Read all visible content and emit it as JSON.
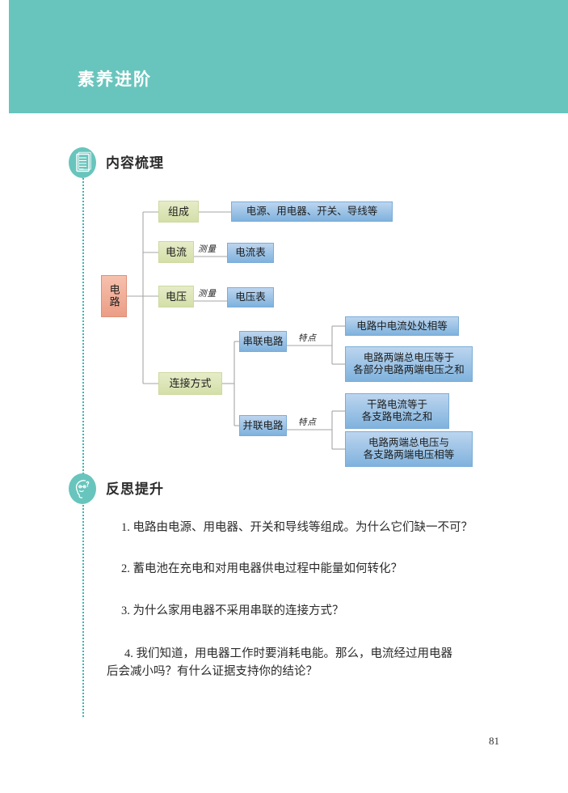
{
  "header": {
    "title": "素养进阶",
    "bar_color": "#68c5bd"
  },
  "sections": [
    {
      "id": "content-outline",
      "label": "内容梳理",
      "icon": "document-list-icon"
    },
    {
      "id": "reflection",
      "label": "反思提升",
      "icon": "thinking-head-icon"
    }
  ],
  "mindmap": {
    "root": {
      "label": "电路",
      "color": "#efa68f"
    },
    "branches": [
      {
        "label": "组成",
        "color": "#dde5b8"
      },
      {
        "label": "电流",
        "color": "#dde5b8"
      },
      {
        "label": "电压",
        "color": "#dde5b8"
      },
      {
        "label": "连接方式",
        "color": "#dde5b8"
      }
    ],
    "edge_labels": {
      "measure": "测量",
      "feature": "特点"
    },
    "leaves": {
      "composition": "电源、用电器、开关、导线等",
      "ammeter": "电流表",
      "voltmeter": "电压表",
      "series_label": "串联电路",
      "parallel_label": "并联电路",
      "series_f1": "电路中电流处处相等",
      "series_f2_line1": "电路两端总电压等于",
      "series_f2_line2": "各部分电路两端电压之和",
      "parallel_f1_line1": "干路电流等于",
      "parallel_f1_line2": "各支路电流之和",
      "parallel_f2_line1": "电路两端总电压与",
      "parallel_f2_line2": "各支路两端电压相等"
    },
    "leaf_color": "#8ab9e2"
  },
  "questions": [
    {
      "num": "1.",
      "text": "电路由电源、用电器、开关和导线等组成。为什么它们缺一不可？"
    },
    {
      "num": "2.",
      "text": "蓄电池在充电和对用电器供电过程中能量如何转化？"
    },
    {
      "num": "3.",
      "text": "为什么家用电器不采用串联的连接方式？"
    },
    {
      "num": "4.",
      "line1": "我们知道，用电器工作时要消耗电能。那么，电流经过用电器",
      "line2": "后会减小吗？有什么证据支持你的结论？"
    }
  ],
  "page_number": "81"
}
